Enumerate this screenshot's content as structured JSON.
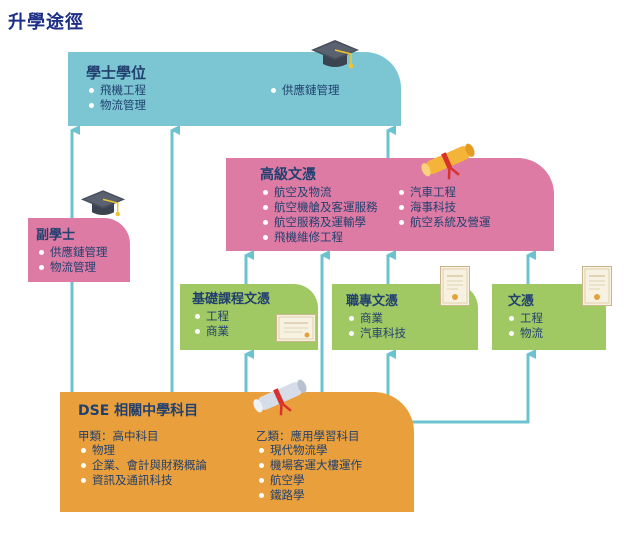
{
  "page_title": "升學途徑",
  "bachelor": {
    "title": "學士學位",
    "items_left": [
      "飛機工程",
      "物流管理"
    ],
    "items_right": [
      "供應鏈管理"
    ]
  },
  "higher_diploma": {
    "title": "高級文憑",
    "items_left": [
      "航空及物流",
      "航空機艙及客運服務",
      "航空服務及運輸學",
      "飛機維修工程"
    ],
    "items_right": [
      "汽車工程",
      "海事科技",
      "航空系統及營運"
    ]
  },
  "associate": {
    "title": "副學士",
    "items": [
      "供應鏈管理",
      "物流管理"
    ]
  },
  "foundation": {
    "title": "基礎課程文憑",
    "items": [
      "工程",
      "商業"
    ]
  },
  "vocational": {
    "title": "職專文憑",
    "items": [
      "商業",
      "汽車科技"
    ]
  },
  "diploma": {
    "title": "文憑",
    "items": [
      "工程",
      "物流"
    ]
  },
  "dse": {
    "title": "DSE 相關中學科目",
    "category_a": {
      "label": "甲類：高中科目",
      "items": [
        "物理",
        "企業、會計與財務概論",
        "資訊及通訊科技"
      ]
    },
    "category_b": {
      "label": "乙類：應用學習科目",
      "items": [
        "現代物流學",
        "機場客運大樓運作",
        "航空學",
        "鐵路學"
      ]
    }
  },
  "colors": {
    "arrow": "#6cc3cf",
    "title": "#1c2f86",
    "text": "#21406f",
    "teal": "#7bc6d2",
    "pink": "#dd7ba4",
    "green": "#a1c963",
    "orange": "#e9a03c"
  },
  "icons": [
    "graduation-cap-icon",
    "diploma-scroll-icon",
    "certificate-icon"
  ]
}
